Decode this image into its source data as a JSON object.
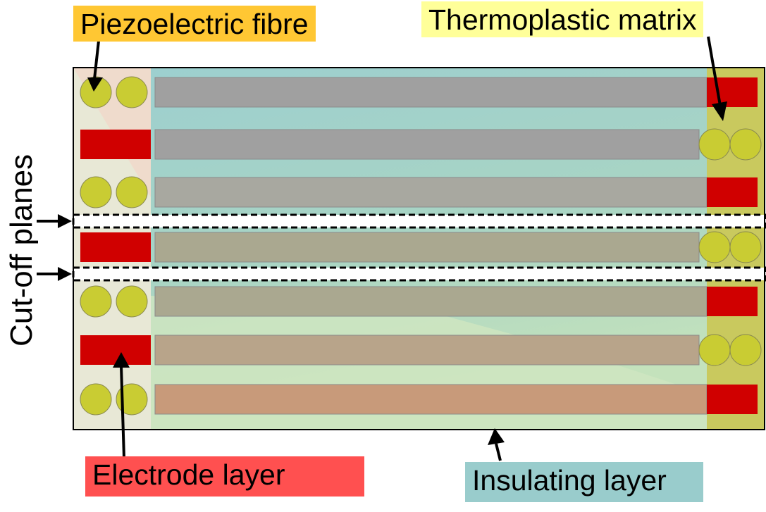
{
  "labels": {
    "piezo": "Piezoelectric fibre",
    "thermo": "Thermoplastic matrix",
    "electrode": "Electrode layer",
    "insulating": "Insulating layer",
    "cutoff": "Cut-off planes"
  },
  "colors": {
    "piezo_label_bg": "#ffc733",
    "thermo_label_bg": "#ffff99",
    "electrode_label_bg": "#ff5050",
    "insulating_label_bg": "#99cccc",
    "fibre": "#c9cc33",
    "electrode": "#d00000",
    "insulating": "#99cccc",
    "matrix_strip": "#a0a0a0",
    "left_column": "#e8e8d8",
    "right_column": "#c8c860"
  },
  "structure": {
    "rows": [
      {
        "left": "fibres",
        "right": "electrode"
      },
      {
        "left": "electrode",
        "right": "fibres"
      },
      {
        "left": "fibres",
        "right": "electrode"
      },
      {
        "left": "electrode",
        "right": "fibres"
      },
      {
        "left": "fibres",
        "right": "electrode"
      },
      {
        "left": "electrode",
        "right": "fibres"
      },
      {
        "left": "fibres",
        "right": "electrode"
      }
    ],
    "cutoff_after_rows": [
      3,
      4
    ]
  }
}
